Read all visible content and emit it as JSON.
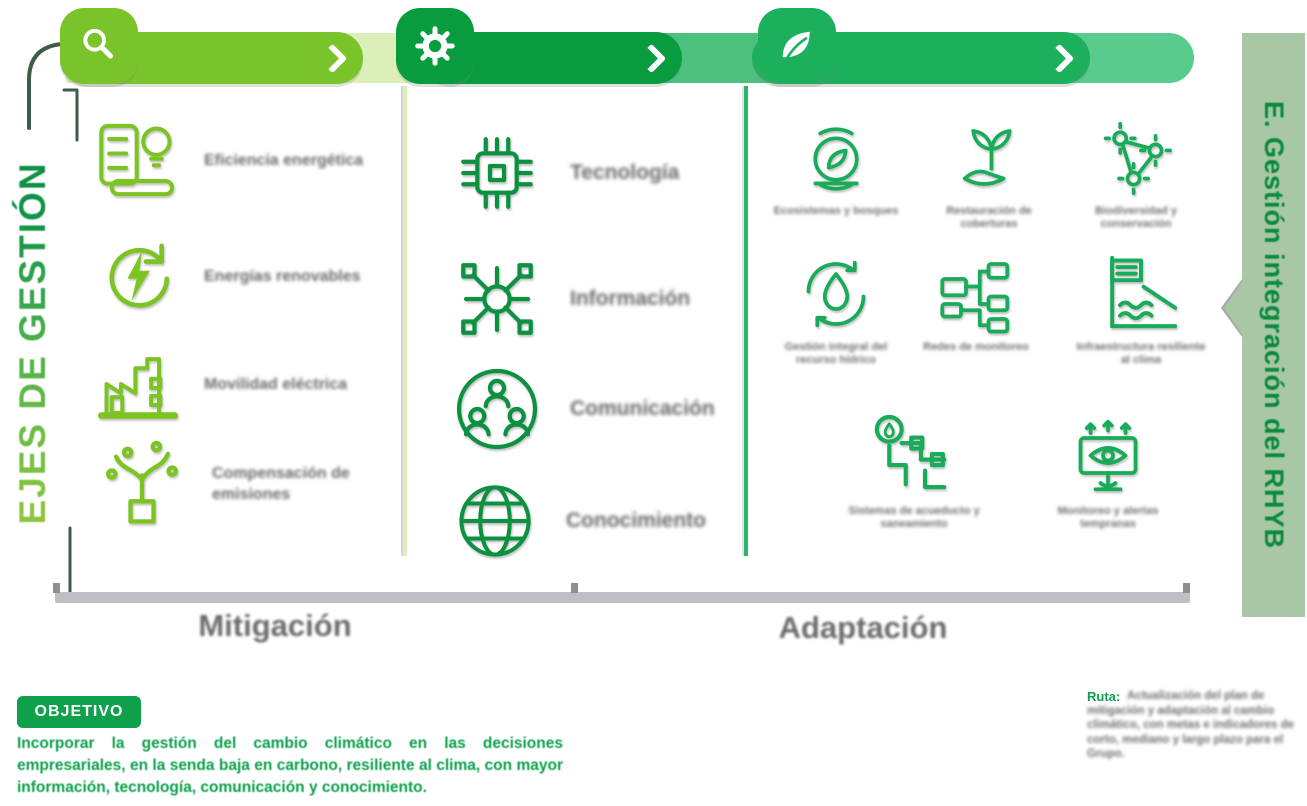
{
  "left_axis_title": "EJES DE GESTIÓN",
  "right_banner": {
    "label": "E. Gestión integración del RHYB"
  },
  "phases": [
    {
      "icon": "magnifier-icon"
    },
    {
      "icon": "gear-icon"
    },
    {
      "icon": "leaf-icon"
    }
  ],
  "mitigation_column": {
    "items": [
      {
        "icon": "checklist-bulb-icon",
        "label": "Eficiencia energética"
      },
      {
        "icon": "recycle-bolt-icon",
        "label": "Energías renovables"
      },
      {
        "icon": "industry-building-icon",
        "label": "Movilidad eléctrica"
      },
      {
        "icon": "hand-plant-icon",
        "label": "Compensación de emisiones"
      }
    ]
  },
  "technology_column": {
    "items": [
      {
        "icon": "chip-network-icon",
        "label": "Tecnología"
      },
      {
        "icon": "circuit-nodes-icon",
        "label": "Información"
      },
      {
        "icon": "people-circle-icon",
        "label": "Comunicación"
      },
      {
        "icon": "globe-coin-icon",
        "label": "Conocimiento"
      }
    ]
  },
  "adaptation_grid": {
    "items": [
      {
        "icon": "eco-globe-icon",
        "label": "Ecosistemas y bosques"
      },
      {
        "icon": "sprout-hand-icon",
        "label": "Restauración de coberturas"
      },
      {
        "icon": "flower-network-icon",
        "label": "Biodiversidad y conservación"
      },
      {
        "icon": "water-cycle-icon",
        "label": "Gestión integral del recurso hídrico"
      },
      {
        "icon": "connected-devices-icon",
        "label": "Redes de monitoreo"
      },
      {
        "icon": "flood-gauge-icon",
        "label": "Infraestructura resiliente al clima"
      },
      {
        "icon": "water-pipes-icon",
        "label": "Sistemas de acueducto y saneamiento"
      },
      {
        "icon": "monitor-eye-icon",
        "label": "Monitoreo y alertas tempranas"
      }
    ]
  },
  "axis": {
    "left_label": "Mitigación",
    "right_label": "Adaptación"
  },
  "objective": {
    "badge": "OBJETIVO",
    "text": "Incorporar la gestión del cambio climático en las decisiones empresariales, en la senda baja en carbono, resiliente al clima, con mayor información, tecnología, comunicación y conocimiento."
  },
  "route": {
    "label": "Ruta:",
    "text": "Actualización del plan de mitigación y adaptación al cambio climático, con metas e indicadores de corto, mediano y largo plazo para el Grupo."
  },
  "colors": {
    "pill_a": "#79c32b",
    "pill_b": "#089c3e",
    "pill_c": "#1cb05d",
    "track_pale": "#dcefb9",
    "track_mid": "#4cc17d",
    "track_light": "#59cb8c",
    "banner_bg": "#a8c7a4",
    "banner_text": "#0a8a3e",
    "objective_green": "#0ba04c",
    "gray_text": "#6b6b6b",
    "axis_gray": "#bfbfc3"
  }
}
